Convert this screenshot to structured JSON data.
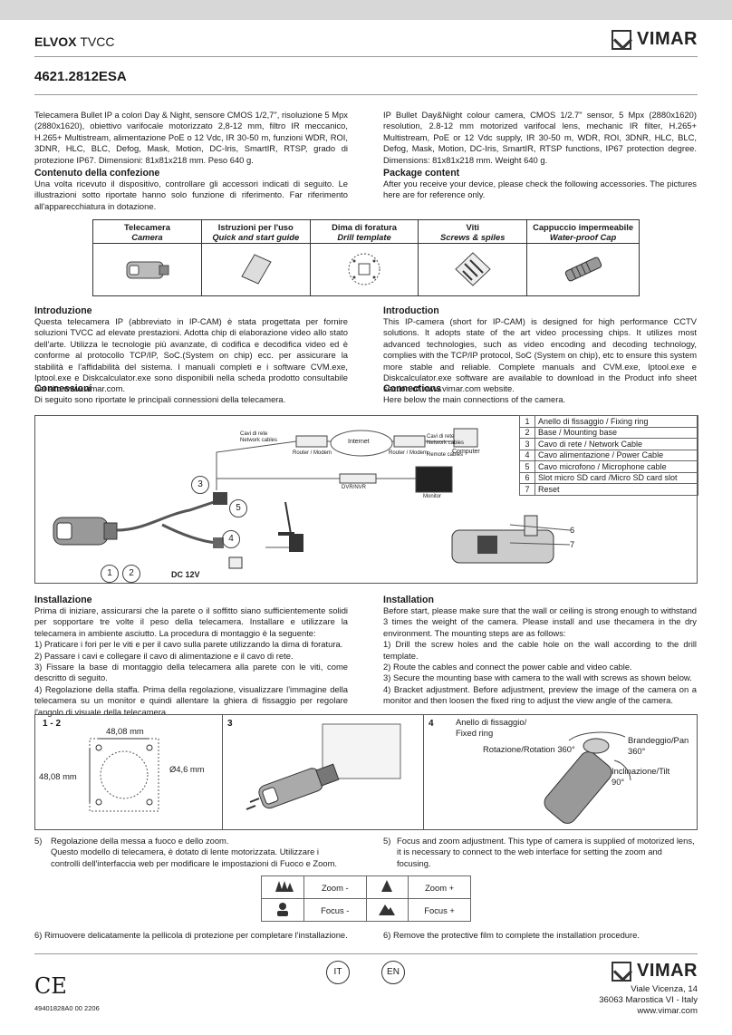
{
  "header": {
    "brand_bold": "ELVOX",
    "brand_light": "TVCC",
    "logo_text": "VIMAR",
    "model": "4621.2812ESA"
  },
  "intro_it": "Telecamera Bullet IP a colori Day & Night, sensore CMOS 1/2,7\", risoluzione 5 Mpx (2880x1620), obiettivo varifocale motorizzato 2,8-12 mm, filtro IR meccanico, H.265+ Multistream, alimentazione PoE o 12 Vdc, IR 30-50 m, funzioni WDR, ROI, 3DNR, HLC, BLC, Defog, Mask, Motion, DC-Iris, SmartIR, RTSP, grado di protezione IP67. Dimensioni: 81x81x218 mm. Peso 640 g.",
  "intro_en": "IP Bullet Day&Night colour camera, CMOS 1/2.7\" sensor, 5 Mpx (2880x1620) resolution, 2.8-12 mm motorized varifocal lens, mechanic IR filter, H.265+ Multistream, PoE or 12 Vdc supply, IR 30-50 m, WDR, ROI, 3DNR, HLC, BLC, Defog, Mask, Motion, DC-Iris, SmartIR, RTSP functions, IP67 protection degree. Dimensions: 81x81x218 mm. Weight 640 g.",
  "package_it": {
    "title": "Contenuto della confezione",
    "text": "Una volta ricevuto il dispositivo, controllare gli accessori indicati di seguito. Le illustrazioni sotto riportate hanno solo funzione di riferimento. Far riferimento all'apparecchiatura in dotazione."
  },
  "package_en": {
    "title": "Package content",
    "text": "After you receive your device, please check the following accessories. The pictures here are for reference only."
  },
  "package_items": [
    {
      "it": "Telecamera",
      "en": "Camera"
    },
    {
      "it": "Istruzioni per l'uso",
      "en": "Quick and start guide"
    },
    {
      "it": "Dima di foratura",
      "en": "Drill template"
    },
    {
      "it": "Viti",
      "en": "Screws & spiles"
    },
    {
      "it": "Cappuccio impermeabile",
      "en": "Water-proof Cap"
    }
  ],
  "introduzione": {
    "title": "Introduzione",
    "text": "Questa telecamera IP (abbreviato in IP-CAM) è stata progettata per fornire soluzioni TVCC ad elevate prestazioni. Adotta chip di elaborazione video allo stato dell'arte. Utilizza le tecnologie più avanzate, di codifica e decodifica video ed è conforme al protocollo TCP/IP, SoC.(System on chip) ecc. per assicurare la stabilità e l'affidabilità del sistema. I manuali completi e i software CVM.exe, Iptool.exe e Diskcalculator.exe sono disponibili nella scheda prodotto consultabile nel sito www.vimar.com."
  },
  "introduction": {
    "title": "Introduction",
    "text": "This IP-camera (short for IP-CAM) is designed for high performance CCTV solutions. It adopts state of the art video processing chips. It utilizes most advanced technologies, such as video encoding and decoding technology, complies with the TCP/IP protocol, SoC (System on chip), etc to ensure this system more stable and reliable. Complete manuals and CVM.exe, Iptool.exe e Diskcalculator.exe software are available to download in the Product info sheet section of www.vimar.com website."
  },
  "connessioni": {
    "title": "Connessioni",
    "text": "Di seguito sono riportate le principali connessioni della telecamera."
  },
  "connections": {
    "title": "Connections",
    "text": "Here below the main connections of the camera."
  },
  "diagram": {
    "network_cables_it": "Cavi di rete",
    "network_cables_en": "Network cables",
    "internet": "Internet",
    "router_left": "Router / Modem",
    "router_right": "Router / Modem",
    "net_cables_right_it": "Cavi di rete",
    "net_cables_right_en": "Network cables",
    "computer": "Computer",
    "remote_cables": "Remote cables",
    "dvr": "DVR/NVR",
    "monitor": "Monitor",
    "dc": "DC 12V",
    "callouts": [
      "1",
      "2",
      "3",
      "4",
      "5",
      "6",
      "7"
    ]
  },
  "legend": [
    {
      "n": "1",
      "label": "Anello di fissaggio / Fixing ring"
    },
    {
      "n": "2",
      "label": "Base  / Mounting base"
    },
    {
      "n": "3",
      "label": "Cavo di rete / Network Cable"
    },
    {
      "n": "4",
      "label": "Cavo alimentazione / Power Cable"
    },
    {
      "n": "5",
      "label": "Cavo microfono / Microphone cable"
    },
    {
      "n": "6",
      "label": "Slot micro SD card /Micro SD card slot"
    },
    {
      "n": "7",
      "label": "Reset"
    }
  ],
  "installazione": {
    "title": "Installazione",
    "intro": "Prima di iniziare, assicurarsi che la parete o il soffitto siano sufficientemente solidi per sopportare tre volte il peso della telecamera. Installare e utilizzare la telecamera in ambiente asciutto. La procedura di montaggio è la seguente:",
    "steps": [
      "1) Praticare i fori per le viti e per il cavo sulla parete utilizzando la dima di foratura.",
      "2) Passare i cavi e collegare il cavo di alimentazione e il cavo di rete.",
      "3) Fissare la base di montaggio della telecamera alla parete con le viti, come descritto di seguito.",
      "4) Regolazione della staffa. Prima della regolazione, visualizzare l'immagine della telecamera su un monitor e quindi allentare la ghiera di fissaggio per regolare l'angolo di visuale della telecamera."
    ]
  },
  "installation": {
    "title": "Installation",
    "intro": "Before start, please make sure that the wall or ceiling is strong enough to withstand 3 times the weight of the camera. Please install and use thecamera in the dry environment. The mounting steps are as follows:",
    "steps": [
      "1) Drill the screw holes and the cable hole on the wall according to the drill template.",
      "2) Route the cables and connect the power cable and video cable.",
      "3) Secure the mounting base with camera to the wall with screws as shown below.",
      "4) Bracket adjustment. Before adjustment, preview the image of the camera on a monitor and then loosen the fixed ring to adjust the view angle of the camera."
    ]
  },
  "figures": {
    "panel1_label": "1 - 2",
    "dim_h": "48,08 mm",
    "dim_v": "48,08 mm",
    "dim_d": "Ø4,6 mm",
    "panel3_label": "3",
    "panel4_label": "4",
    "ring": "Anello di fissaggio/",
    "ring2": "Fixed ring",
    "rotation": "Rotazione/Rotation 360°",
    "pan": "Brandeggio/Pan",
    "pan_deg": "360°",
    "tilt": "Inclinazione/Tilt",
    "tilt_deg": "90°"
  },
  "step5_it": {
    "num": "5)",
    "line1": "Regolazione della messa a fuoco e dello zoom.",
    "line2": "Questo modello di telecamera, è dotato di lente motorizzata. Utilizzare i controlli dell'interfaccia web per modificare le impostazioni di Fuoco e Zoom."
  },
  "step5_en": {
    "num": "5)",
    "text": "Focus and zoom adjustment. This type of camera is supplied of motorized lens, it is necessary to connect to the web interface for setting the zoom and focusing."
  },
  "zoom_table": {
    "zoom_minus": "Zoom -",
    "zoom_plus": "Zoom +",
    "focus_minus": "Focus -",
    "focus_plus": "Focus +"
  },
  "step6_it": "6)   Rimuovere delicatamente la pellicola di protezione per completare l'installazione.",
  "step6_en": "6) Remove the protective film to complete the installation procedure.",
  "footer": {
    "ce": "CE",
    "doc_code": "49401828A0  00  2206",
    "lang_it": "IT",
    "lang_en": "EN",
    "logo_text": "VIMAR",
    "address1": "Viale Vicenza, 14",
    "address2": "36063 Marostica VI - Italy",
    "website": "www.vimar.com"
  }
}
